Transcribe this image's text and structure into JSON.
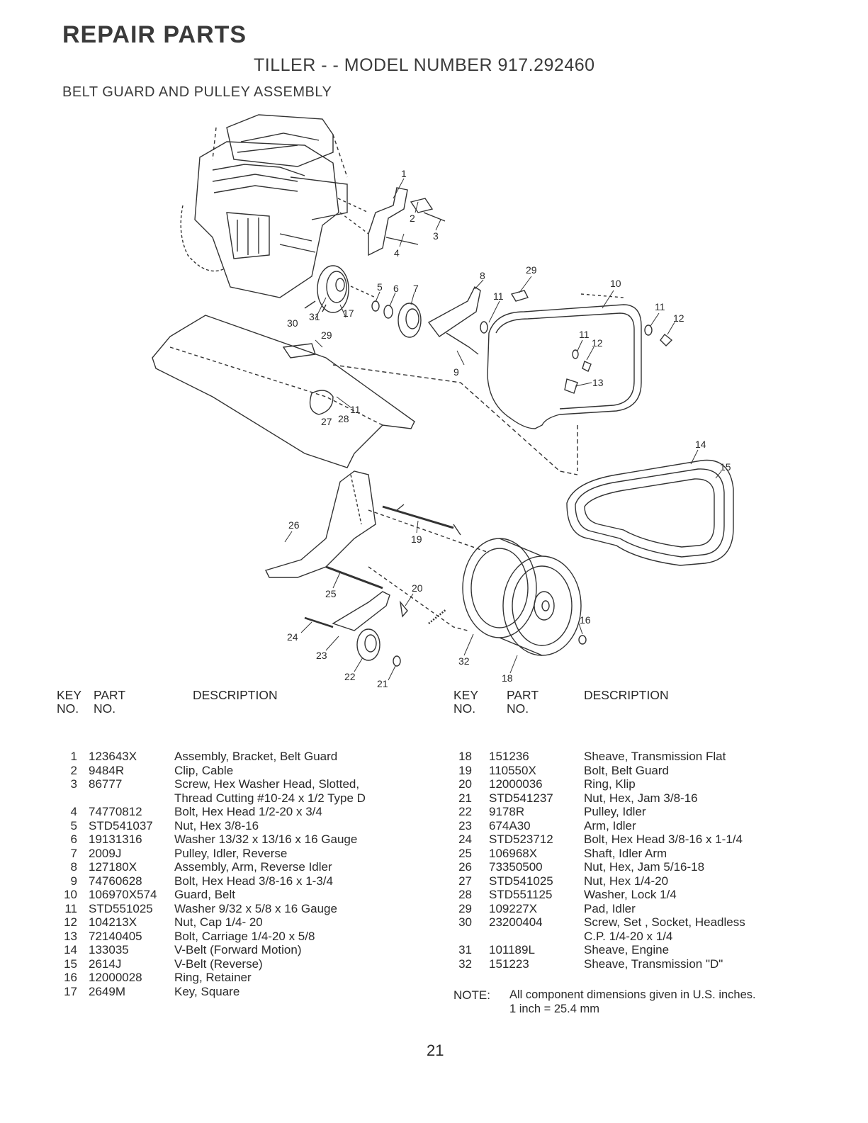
{
  "header": {
    "title": "REPAIR PARTS",
    "model": "TILLER - - MODEL NUMBER 917.292460",
    "section": "BELT GUARD AND PULLEY ASSEMBLY"
  },
  "diagram_callouts": [
    "1",
    "2",
    "3",
    "4",
    "5",
    "6",
    "7",
    "8",
    "29",
    "10",
    "11",
    "12",
    "11",
    "12",
    "13",
    "11",
    "9",
    "30",
    "31",
    "17",
    "29",
    "11",
    "27",
    "28",
    "14",
    "15",
    "26",
    "19",
    "25",
    "20",
    "24",
    "23",
    "22",
    "21",
    "32",
    "16",
    "18"
  ],
  "table_headers": {
    "key": "KEY\nNO.",
    "part": "PART\nNO.",
    "description": "DESCRIPTION"
  },
  "parts_left": [
    {
      "key": "1",
      "part": "123643X",
      "desc": "Assembly, Bracket, Belt Guard"
    },
    {
      "key": "2",
      "part": "9484R",
      "desc": "Clip, Cable"
    },
    {
      "key": "3",
      "part": "86777",
      "desc": "Screw, Hex Washer Head, Slotted,\nThread Cutting #10-24 x 1/2 Type D"
    },
    {
      "key": "4",
      "part": "74770812",
      "desc": "Bolt, Hex Head  1/2-20 x 3/4"
    },
    {
      "key": "5",
      "part": "STD541037",
      "desc": "Nut, Hex  3/8-16"
    },
    {
      "key": "6",
      "part": "19131316",
      "desc": "Washer  13/32 x 13/16 x 16 Gauge"
    },
    {
      "key": "7",
      "part": "2009J",
      "desc": "Pulley, Idler, Reverse"
    },
    {
      "key": "8",
      "part": "127180X",
      "desc": "Assembly, Arm, Reverse Idler"
    },
    {
      "key": "9",
      "part": "74760628",
      "desc": "Bolt, Hex Head  3/8-16 x 1-3/4"
    },
    {
      "key": "10",
      "part": "106970X574",
      "desc": "Guard, Belt"
    },
    {
      "key": "11",
      "part": "STD551025",
      "desc": "Washer  9/32 x 5/8 x 16 Gauge"
    },
    {
      "key": "12",
      "part": "104213X",
      "desc": "Nut, Cap  1/4- 20"
    },
    {
      "key": "13",
      "part": "72140405",
      "desc": "Bolt, Carriage  1/4-20 x 5/8"
    },
    {
      "key": "14",
      "part": "133035",
      "desc": "V-Belt (Forward Motion)"
    },
    {
      "key": "15",
      "part": "2614J",
      "desc": "V-Belt (Reverse)"
    },
    {
      "key": "16",
      "part": "12000028",
      "desc": "Ring, Retainer"
    },
    {
      "key": "17",
      "part": "2649M",
      "desc": "Key, Square"
    }
  ],
  "parts_right": [
    {
      "key": "18",
      "part": "151236",
      "desc": "Sheave, Transmission Flat"
    },
    {
      "key": "19",
      "part": "110550X",
      "desc": "Bolt, Belt Guard"
    },
    {
      "key": "20",
      "part": "12000036",
      "desc": "Ring, Klip"
    },
    {
      "key": "21",
      "part": "STD541237",
      "desc": "Nut, Hex, Jam  3/8-16"
    },
    {
      "key": "22",
      "part": "9178R",
      "desc": "Pulley, Idler"
    },
    {
      "key": "23",
      "part": "674A30",
      "desc": "Arm, Idler"
    },
    {
      "key": "24",
      "part": "STD523712",
      "desc": "Bolt, Hex Head  3/8-16 x  1-1/4"
    },
    {
      "key": "25",
      "part": "106968X",
      "desc": "Shaft, Idler Arm"
    },
    {
      "key": "26",
      "part": "73350500",
      "desc": "Nut, Hex, Jam  5/16-18"
    },
    {
      "key": "27",
      "part": "STD541025",
      "desc": "Nut, Hex  1/4-20"
    },
    {
      "key": "28",
      "part": "STD551125",
      "desc": "Washer, Lock  1/4"
    },
    {
      "key": "29",
      "part": "109227X",
      "desc": "Pad, Idler"
    },
    {
      "key": "30",
      "part": "23200404",
      "desc": "Screw, Set , Socket, Headless\nC.P.  1/4-20 x 1/4"
    },
    {
      "key": "31",
      "part": "101189L",
      "desc": "Sheave, Engine"
    },
    {
      "key": "32",
      "part": "151223",
      "desc": "Sheave, Transmission \"D\""
    }
  ],
  "note": {
    "label": "NOTE:",
    "line1": "All component dimensions given in U.S. inches.",
    "line2": "1 inch = 25.4 mm"
  },
  "page_number": "21"
}
